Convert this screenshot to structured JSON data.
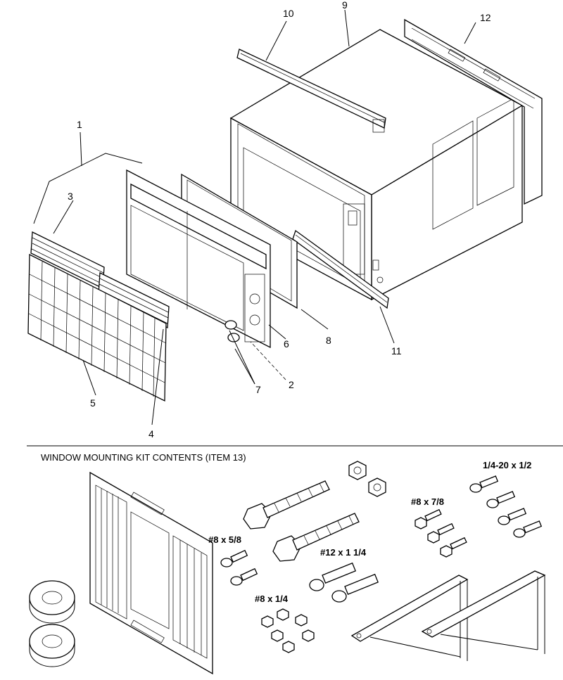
{
  "callouts": {
    "c1": "1",
    "c2": "2",
    "c3": "3",
    "c4": "4",
    "c5": "5",
    "c6": "6",
    "c7": "7",
    "c8": "8",
    "c9": "9",
    "c10": "10",
    "c11": "11",
    "c12": "12"
  },
  "kit": {
    "heading": "WINDOW MOUNTING KIT CONTENTS (ITEM 13)",
    "screw_8_5_8": "#8 x 5/8",
    "screw_8_1_4": "#8 x 1/4",
    "screw_12_1_1_4": "#12 x 1 1/4",
    "screw_8_7_8": "#8 x 7/8",
    "screw_1_4_20": "1/4-20 x 1/2"
  }
}
